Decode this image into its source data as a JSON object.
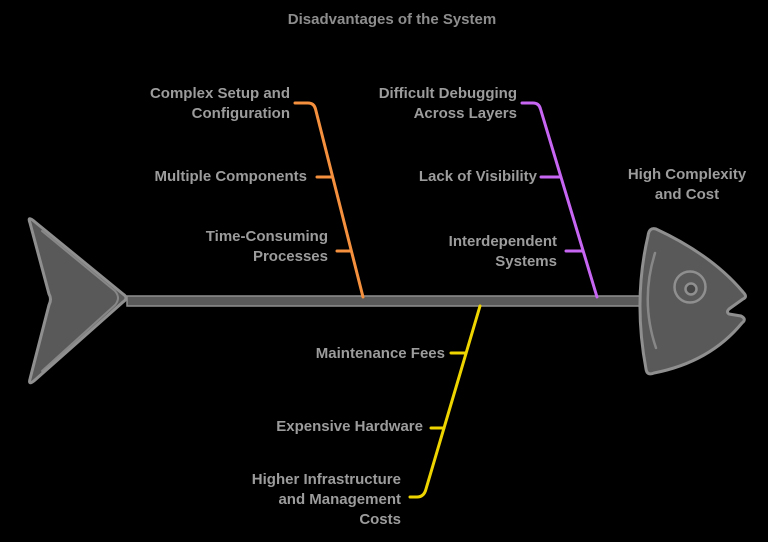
{
  "title": "Disadvantages of the System",
  "effect": {
    "lines": [
      "High Complexity",
      "and Cost"
    ]
  },
  "colors": {
    "background": "#000000",
    "fish_fill": "#595959",
    "fish_outline": "#8f8f8f",
    "eye_center_fill": "#454545",
    "label_text": "#9c9c9c",
    "title_text": "#8d8d8d",
    "branch_setup": "#F5913E",
    "branch_debugging": "#C766F2",
    "branch_cost": "#EFD500"
  },
  "branches": [
    {
      "id": "setup",
      "color": "#F5913E",
      "causes": [
        {
          "lines": [
            "Complex Setup and",
            "Configuration"
          ]
        },
        {
          "lines": [
            "Multiple Components"
          ]
        },
        {
          "lines": [
            "Time-Consuming",
            "Processes"
          ]
        }
      ]
    },
    {
      "id": "debugging",
      "color": "#C766F2",
      "causes": [
        {
          "lines": [
            "Difficult Debugging",
            "Across Layers"
          ]
        },
        {
          "lines": [
            "Lack of Visibility"
          ]
        },
        {
          "lines": [
            "Interdependent",
            "Systems"
          ]
        }
      ]
    },
    {
      "id": "cost",
      "color": "#EFD500",
      "causes": [
        {
          "lines": [
            "Maintenance Fees"
          ]
        },
        {
          "lines": [
            "Expensive Hardware"
          ]
        },
        {
          "lines": [
            "Higher Infrastructure",
            "and Management",
            "Costs"
          ]
        }
      ]
    }
  ]
}
